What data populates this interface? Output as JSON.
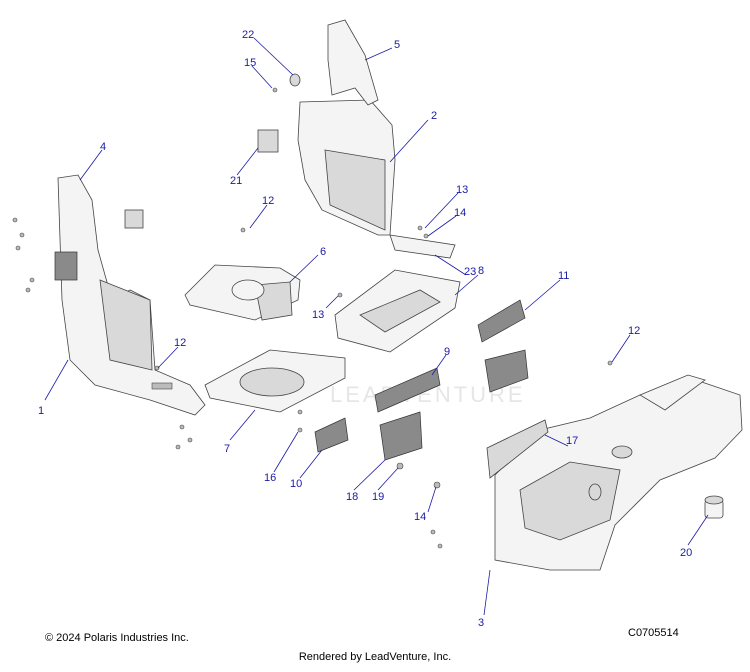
{
  "diagram": {
    "callouts": [
      "1",
      "2",
      "3",
      "4",
      "5",
      "6",
      "7",
      "8",
      "9",
      "10",
      "11",
      "12",
      "12",
      "12",
      "13",
      "13",
      "14",
      "14",
      "15",
      "16",
      "17",
      "18",
      "19",
      "20",
      "21",
      "22",
      "23"
    ],
    "watermark": "LEADVENTURE"
  },
  "footer": {
    "copyright": "© 2024 Polaris Industries Inc.",
    "code": "C0705514",
    "rendered_by": "Rendered by LeadVenture, Inc."
  }
}
